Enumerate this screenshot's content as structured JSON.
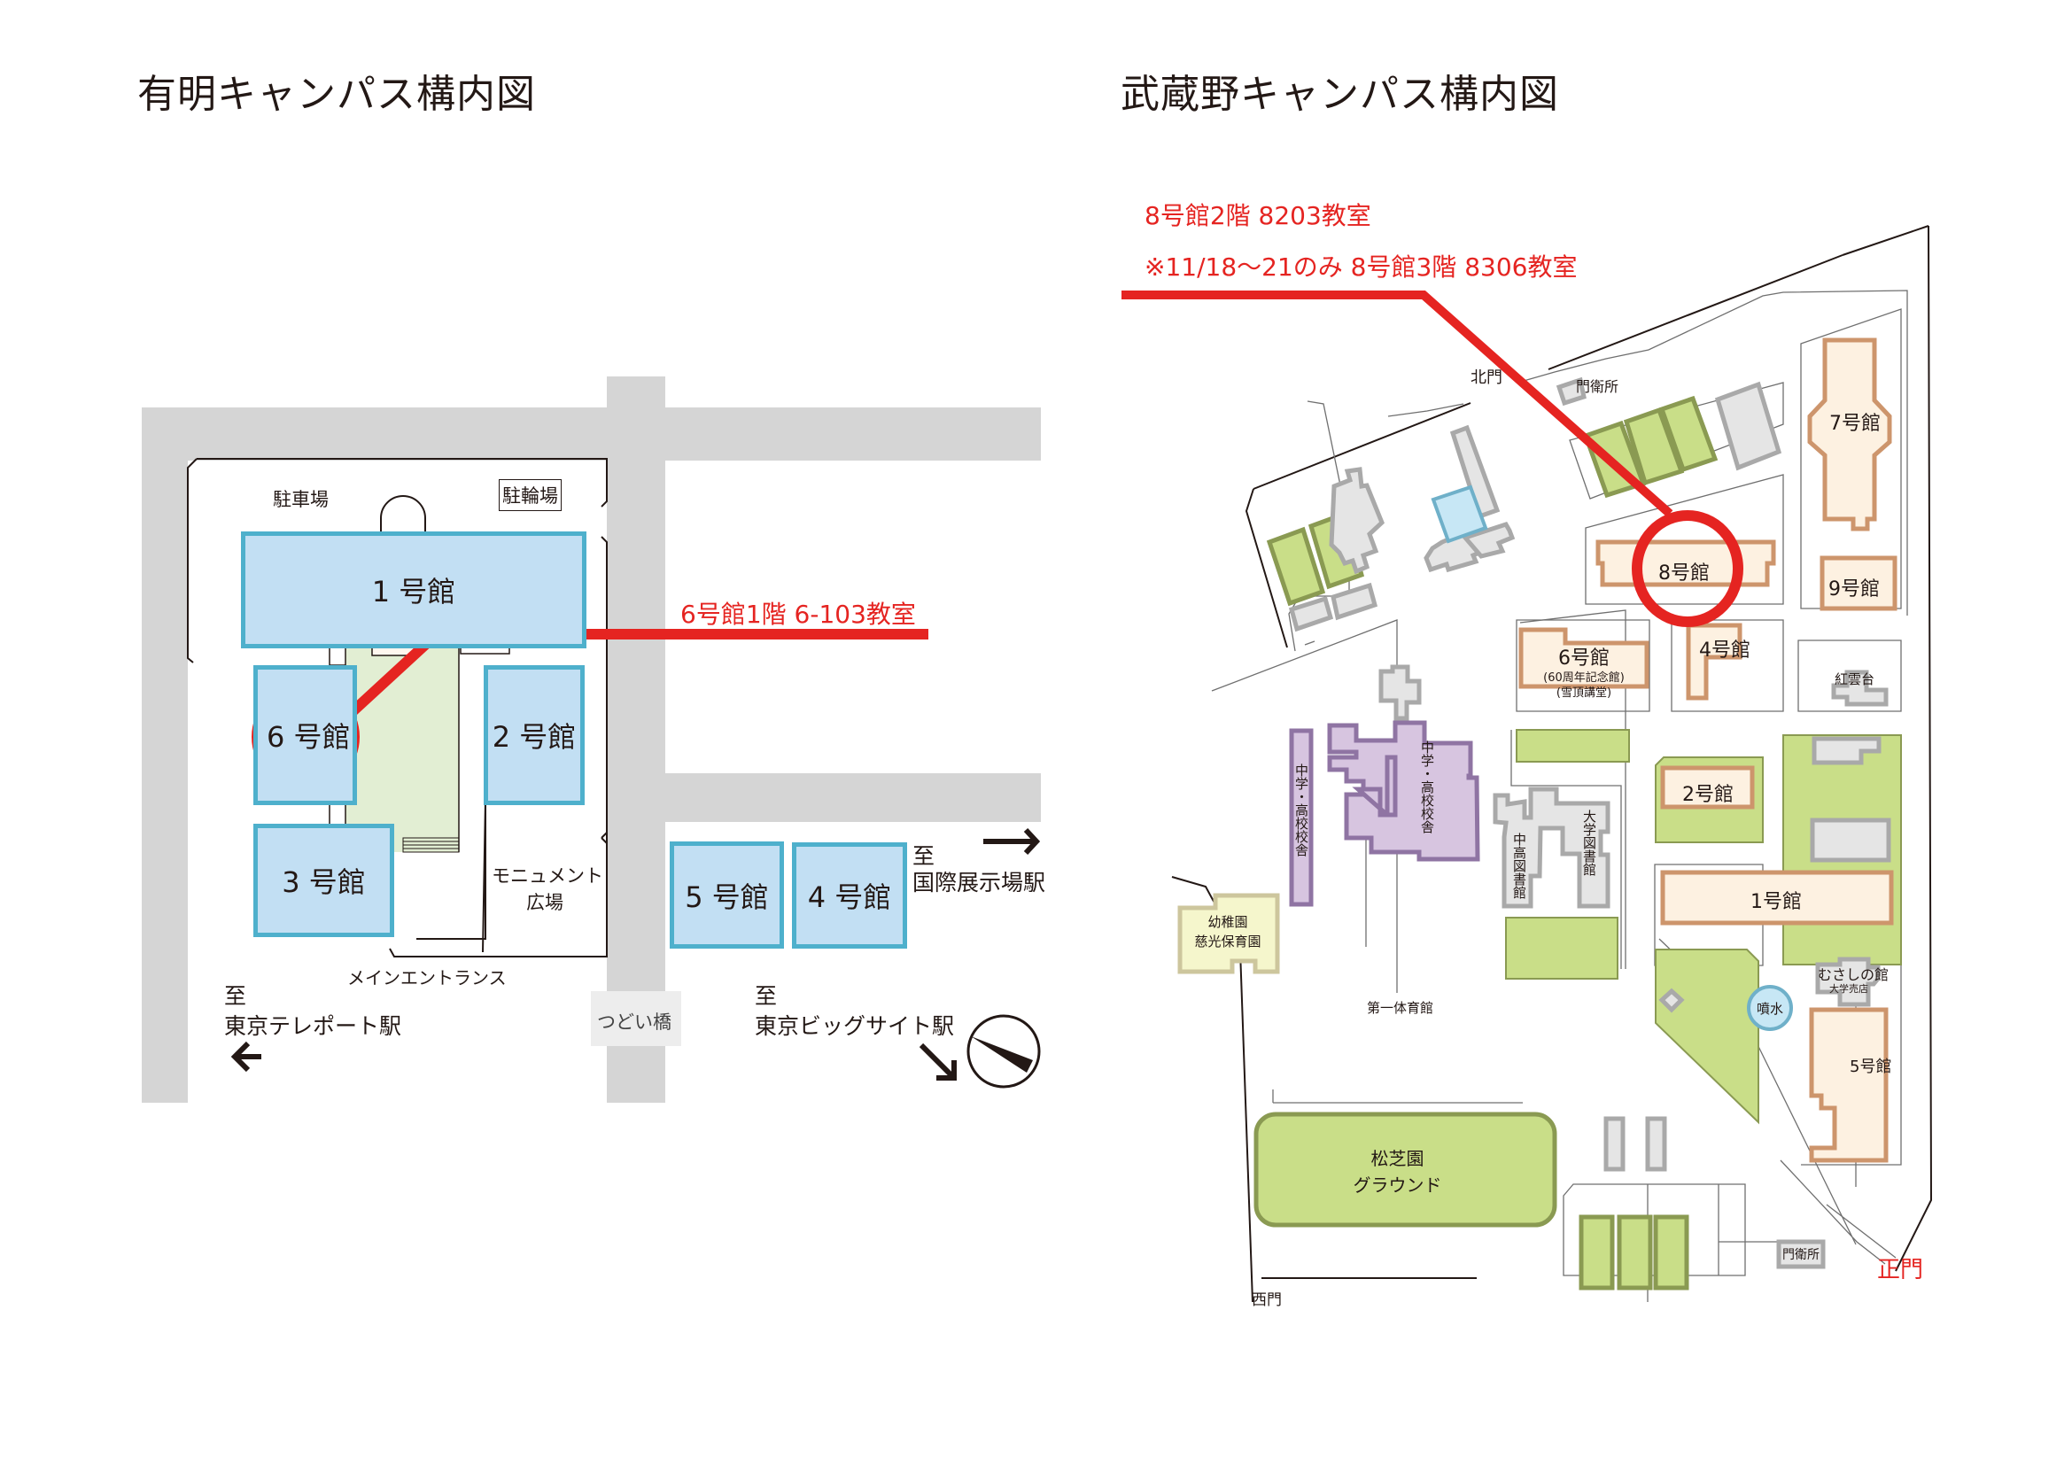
{
  "ariake": {
    "title": "有明キャンパス構内図",
    "room_label": "6号館1階 6-103教室",
    "buildings": [
      {
        "id": "1",
        "label": "1 号館"
      },
      {
        "id": "2",
        "label": "2 号館"
      },
      {
        "id": "3",
        "label": "3 号館"
      },
      {
        "id": "4",
        "label": "4 号館"
      },
      {
        "id": "5",
        "label": "5 号館"
      },
      {
        "id": "6",
        "label": "6 号館"
      }
    ],
    "places": {
      "parking": "駐車場",
      "bicycle_parking": "駐輪場",
      "monument_plaza_line1": "モニュメント",
      "monument_plaza_line2": "広場",
      "main_entrance": "メインエントランス",
      "bridge": "つどい橋"
    },
    "directions": {
      "to": "至",
      "teleport": "東京テレポート駅",
      "kokusai": "国際展示場駅",
      "bigsight": "東京ビッグサイト駅"
    },
    "highlight_building": "6",
    "colors": {
      "highlight": "#e52421",
      "building_fill": "#c2dff3",
      "building_border": "#4eb0cc",
      "road": "#d5d5d5",
      "courtyard": "#e2eed3"
    }
  },
  "musashino": {
    "title": "武蔵野キャンパス構内図",
    "room_label_line1": "8号館2階 8203教室",
    "room_label_line2": "※11/18〜21のみ 8号館3階 8306教室",
    "buildings": {
      "b1": "1号館",
      "b2": "2号館",
      "b4": "4号館",
      "b5": "5号館",
      "b6": "6号館",
      "b6_sub1": "(60周年記念館)",
      "b6_sub2": "(雪頂講堂)",
      "b7": "7号館",
      "b8": "8号館",
      "b9": "9号館",
      "kounkai": "紅雲台",
      "jhs_hs_1": "中学・高校校舎",
      "jhs_hs_2": "中学・高校校舎",
      "jhs_hs_library": "中高図書館",
      "univ_library": "大学図書館",
      "kindergarten_line1": "幼稚園",
      "kindergarten_line2": "慈光保育園",
      "gym": "第一体育館",
      "musashino_hall": "むさしの館",
      "musashino_hall_sub": "大学売店",
      "fountain": "噴水",
      "ground_line1": "松芝園",
      "ground_line2": "グラウンド"
    },
    "gates": {
      "north_gate": "北門",
      "guard_north": "門衛所",
      "west_gate": "西門",
      "main_gate": "正門",
      "guard_main": "門衛所"
    },
    "highlight_building": "8号館",
    "colors": {
      "highlight": "#e52421",
      "building_fill": "#fdf1e1",
      "building_border": "#cd956c",
      "green": "#c9de88",
      "green_border": "#8a9a52",
      "gray_fill": "#e5e5e5",
      "gray_border": "#a9a9a9",
      "purple_fill": "#d7c5e0",
      "purple_border": "#8f74a3",
      "yellow_fill": "#f5f6cc",
      "yellow_border": "#cdc69d",
      "fountain": "#c7e7f5"
    }
  }
}
